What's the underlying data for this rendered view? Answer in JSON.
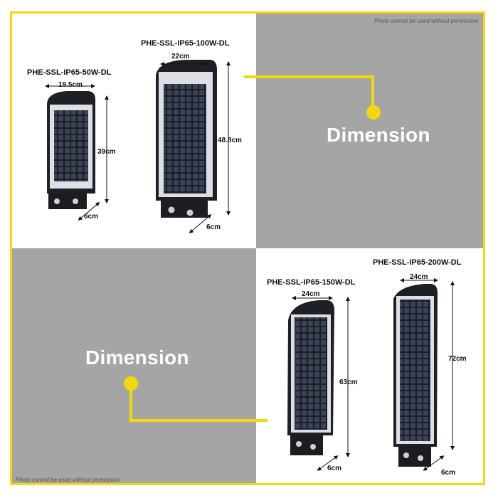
{
  "permission_notice": "Photo cannot be used without permission",
  "dimension_heading": "Dimension",
  "accent_color": "#f3d90a",
  "panel_gray": "#a5a5a5",
  "products": [
    {
      "model": "PHE-SSL-IP65-50W-DL",
      "width": "19.5cm",
      "height": "39cm",
      "depth": "6cm"
    },
    {
      "model": "PHE-SSL-IP65-100W-DL",
      "width": "22cm",
      "height": "48.8cm",
      "depth": "6cm"
    },
    {
      "model": "PHE-SSL-IP65-150W-DL",
      "width": "24cm",
      "height": "63cm",
      "depth": "6cm"
    },
    {
      "model": "PHE-SSL-IP65-200W-DL",
      "width": "24cm",
      "height": "72cm",
      "depth": "6cm"
    }
  ]
}
